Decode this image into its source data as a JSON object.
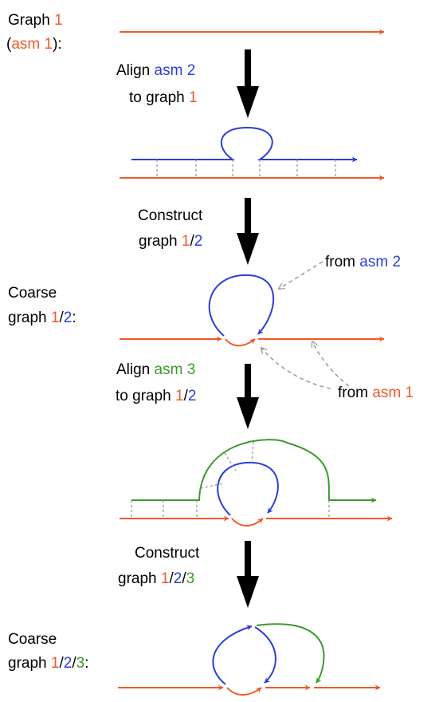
{
  "colors": {
    "asm1": "#f05a28",
    "asm2": "#2a3fd6",
    "asm3": "#3a9a2a",
    "alignment_tick": "#999999",
    "annotation_arrow": "#999999",
    "step_arrow": "#000000"
  },
  "labels": {
    "graph1": {
      "word": "Graph",
      "num": "1",
      "open_paren": "(",
      "asm": "asm 1",
      "close": "):"
    },
    "step1": {
      "align": "Align",
      "asm": "asm 2",
      "to": "to graph",
      "num": "1"
    },
    "step2": {
      "construct": "Construct",
      "graph": "graph",
      "n1": "1",
      "slash": "/",
      "n2": "2"
    },
    "coarse12": {
      "word": "Coarse",
      "graph": "graph",
      "n1": "1",
      "slash": "/",
      "n2": "2",
      "colon": ":"
    },
    "from_asm2": {
      "from": "from",
      "asm": "asm 2"
    },
    "from_asm1": {
      "from": "from",
      "asm": "asm 1"
    },
    "step3": {
      "align": "Align",
      "asm": "asm 3",
      "to": "to graph",
      "n1": "1",
      "slash": "/",
      "n2": "2"
    },
    "step4": {
      "construct": "Construct",
      "graph": "graph",
      "n1": "1",
      "slash1": "/",
      "n2": "2",
      "slash2": "/",
      "n3": "3"
    },
    "coarse123": {
      "word": "Coarse",
      "graph": "graph",
      "n1": "1",
      "slash1": "/",
      "n2": "2",
      "slash2": "/",
      "n3": "3",
      "colon": ":"
    }
  }
}
